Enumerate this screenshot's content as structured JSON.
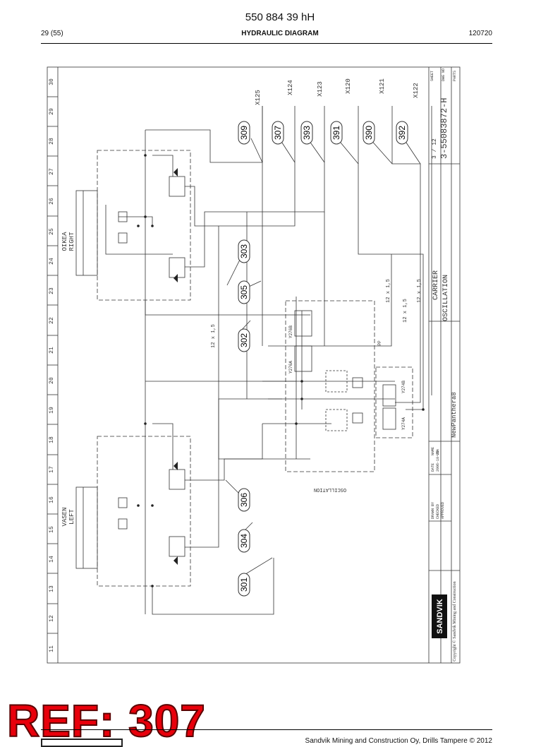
{
  "header": {
    "doc_number": "550 884 39 hH",
    "page": "29 (55)",
    "title": "HYDRAULIC DIAGRAM",
    "date": "120720"
  },
  "diagram": {
    "columns": [
      "11",
      "12",
      "13",
      "14",
      "15",
      "16",
      "17",
      "18",
      "19",
      "20",
      "21",
      "22",
      "23",
      "24",
      "25",
      "26",
      "27",
      "28",
      "29",
      "30"
    ],
    "callouts": {
      "c309": "309",
      "c307": "307",
      "c393": "393",
      "c391": "391",
      "c390": "390",
      "c392": "392",
      "c303": "303",
      "c305": "305",
      "c302": "302",
      "c306": "306",
      "c304": "304",
      "c301": "301"
    },
    "connectors": {
      "x125": "X125",
      "x124": "X124",
      "x123": "X123",
      "x120": "X120",
      "x121": "X121",
      "x122": "X122"
    },
    "labels": {
      "oikea": "OIKEA",
      "right": "RIGHT",
      "vasen": "VASEN",
      "left": "LEFT",
      "hose_main": "12 x 1,5",
      "hose_1": "12 x 1,5",
      "hose_2": "12 x 1,5",
      "hose_3": "12 x 1,5",
      "pp": "PP",
      "y276b": "Y276B",
      "y276a": "Y276A",
      "y274b": "Y274B",
      "y274a": "Y274A",
      "block_mirror": "OSCILLATION"
    },
    "title_block": {
      "title_1": "CARRIER",
      "title_2": "OSCILLATION",
      "drawing_no": "3-55083872-H",
      "sheet": "3 / 12",
      "sheet_label": "SHEET",
      "dwg_label": "DWG NO",
      "part_label": "PARTS",
      "created": "NewPanthera8",
      "drawn_by": "DRAWN BY",
      "checked": "CHECKED",
      "approved": "APPROVED",
      "date_label": "DATE",
      "name_label": "NAME",
      "date_value": "2006-10-26",
      "name_value": "VSA",
      "company": "SANDVIK",
      "copyright": "Copyright © Sandvik Mining and Construction"
    }
  },
  "watermark": {
    "ref": "REF: 307"
  },
  "footer": {
    "text": "Sandvik Mining and Construction Oy, Drills Tampere © 2012"
  }
}
